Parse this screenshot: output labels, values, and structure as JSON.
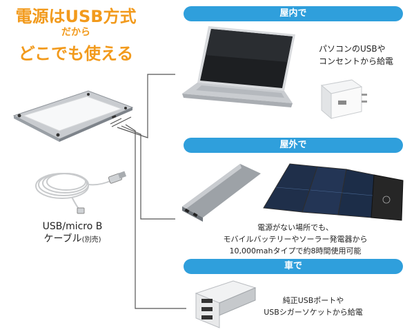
{
  "headline": {
    "line1": "電源はUSB方式",
    "line2": "だから",
    "line3": "どこでも使える"
  },
  "sections": {
    "indoor": {
      "title": "屋内で",
      "caption_line1": "パソコンのUSBや",
      "caption_line2": "コンセントから給電"
    },
    "outdoor": {
      "title": "屋外で",
      "caption_line1": "電源がない場所でも、",
      "caption_line2": "モバイルバッテリーやソーラー発電器から",
      "caption_line3": "10,000mahタイプで約8時間使用可能"
    },
    "car": {
      "title": "車で",
      "caption_line1": "純正USBポートや",
      "caption_line2": "USBシガーソケットから給電"
    }
  },
  "cable": {
    "label_line1": "USB/micro B",
    "label_line2": "ケーブル",
    "label_note": "(別売)"
  },
  "colors": {
    "accent_orange": "#f29a1c",
    "pill_blue": "#2f9fdc"
  }
}
